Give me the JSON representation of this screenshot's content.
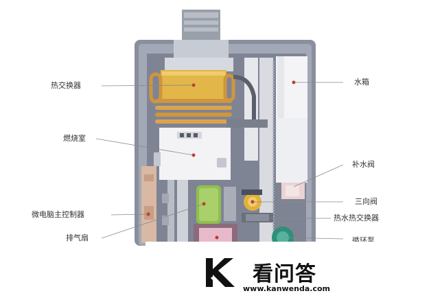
{
  "labels": {
    "heat_exchanger": "热交换器",
    "combustion_chamber": "燃烧室",
    "microcomputer_controller": "微电脑主控制器",
    "exhaust_fan": "排气扇",
    "water_tank": "水箱",
    "makeup_valve": "补水阀",
    "three_way_valve": "三向阀",
    "hot_water_heat_exchanger": "热水热交换器",
    "cut_off_label": "循环泵"
  },
  "watermark": {
    "logo_text": "看问答",
    "url": "www.kanwenda.com"
  },
  "colors": {
    "casing": "#7d8291",
    "copper": "#d9a441",
    "white_panel": "#f2f2f4",
    "fan_green": "#8fbf4f",
    "pump_teal": "#2f8f7a",
    "accent_red": "#c0392b",
    "text": "#333333"
  }
}
